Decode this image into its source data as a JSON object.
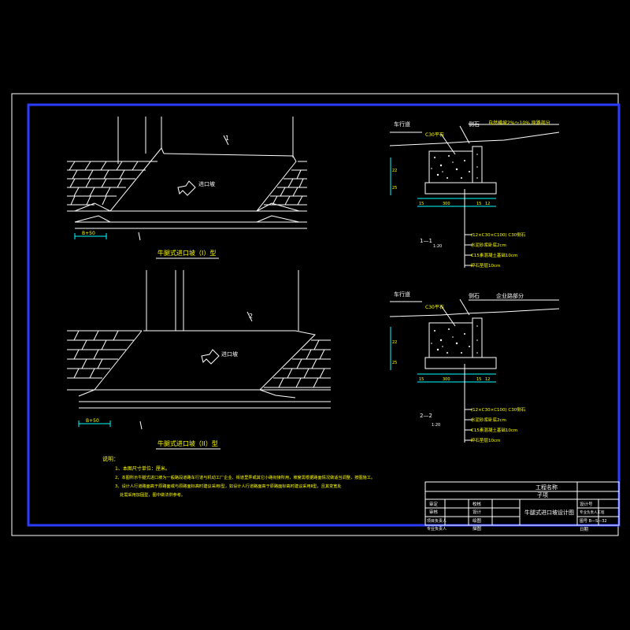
{
  "plan1": {
    "title": "牛腿式进口坡（I）型",
    "arrow_label": "进口坡",
    "section_mark": "1",
    "dim_label": "B+50"
  },
  "plan2": {
    "title": "牛腿式进口坡（II）型",
    "arrow_label": "进口坡",
    "section_mark": "2",
    "dim_label": "B+50"
  },
  "section1": {
    "label_lane": "车行道",
    "label_side": "侧石",
    "label_right": "自然横坡2%～10%  原路部分",
    "label_c30": "C30平石",
    "name": "1—1",
    "scale": "1:20",
    "notes": [
      "(12×C30×C100) C30侧石",
      "水泥砂浆卧底2cm",
      "C15素混凝土基础10cm",
      "碎石垫层10cm"
    ],
    "dims_bottom": [
      "15",
      "300",
      "15",
      "12"
    ],
    "dims_left": [
      "22",
      "25"
    ]
  },
  "section2": {
    "label_lane": "车行道",
    "label_side": "侧石",
    "label_right": "企业路部分",
    "label_c30": "C30平石",
    "name": "2—2",
    "scale": "1:20",
    "notes": [
      "(12×C30×C100) C30侧石",
      "水泥砂浆卧底2cm",
      "C15素混凝土基础10cm",
      "碎石垫层10cm"
    ],
    "dims_bottom": [
      "15",
      "300",
      "15",
      "12"
    ],
    "dims_left": [
      "22",
      "25"
    ]
  },
  "notes": {
    "heading": "说明：",
    "lines": [
      "1、本图尺寸单位：厘米。",
      "2、本图所示牛腿式进口坡为一般路段道路车行道与机动工厂企业、街道里弄或其它小路衔接所用，坡度需根据路面情况做适当调整，按图施工。",
      "3、设计人行道路面高于原路面或与原路面标高时建议采用Ⅰ型，如设计人行道路面高于原路面标高时建议采用Ⅱ型，且其变宽处",
      "处需采用加固型，图中做法供参考。"
    ]
  },
  "title_block": {
    "project_name_label": "工程名称",
    "sub_label": "子项",
    "drawing_title": "牛腿式进口坡设计图",
    "rows_left": [
      [
        "审定",
        "校核"
      ],
      [
        "审核",
        "设计"
      ],
      [
        "项目负责人",
        "绘图"
      ],
      [
        "专业负责人",
        "描图"
      ]
    ],
    "right_rows": [
      "设计号",
      "专业负责人工程",
      "图号  B—S—32",
      "日期"
    ]
  }
}
